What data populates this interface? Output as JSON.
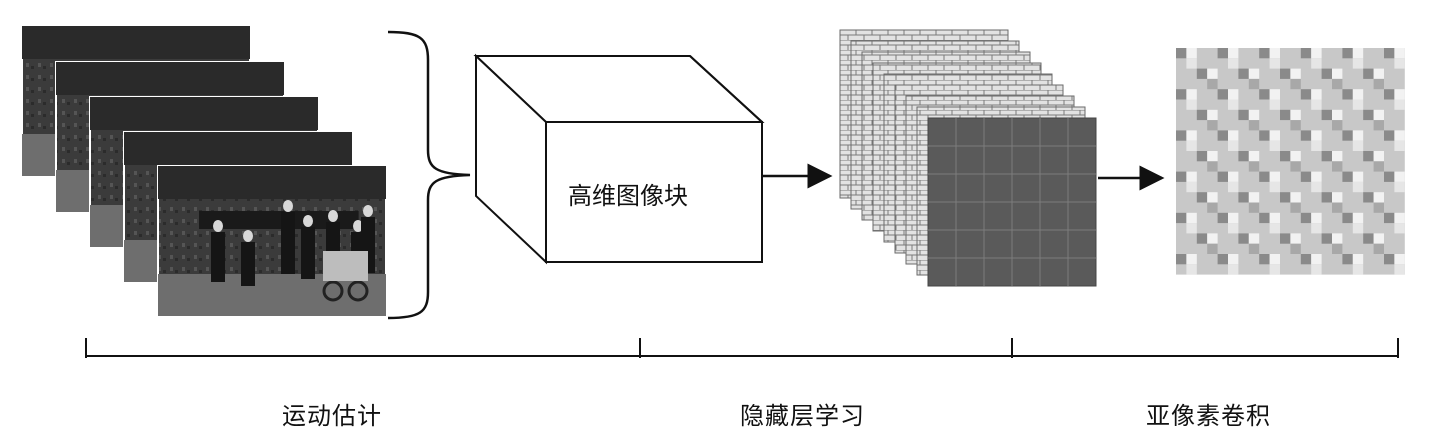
{
  "diagram": {
    "cube_label": "高维图像块",
    "stages": [
      {
        "label": "运动估计"
      },
      {
        "label": "隐藏层学习"
      },
      {
        "label": "亚像素卷积"
      }
    ]
  },
  "colors": {
    "line": "#111111",
    "frame_dark": "#2a2a2a",
    "grid_front": "#5a5a5a",
    "brick_light": "#e2e2e2",
    "brick_mid": "#9a9a9a",
    "pattern_base": "#c8c8c8",
    "pattern_dark": "#8a8a8a",
    "pattern_light": "#f2f2f2"
  }
}
